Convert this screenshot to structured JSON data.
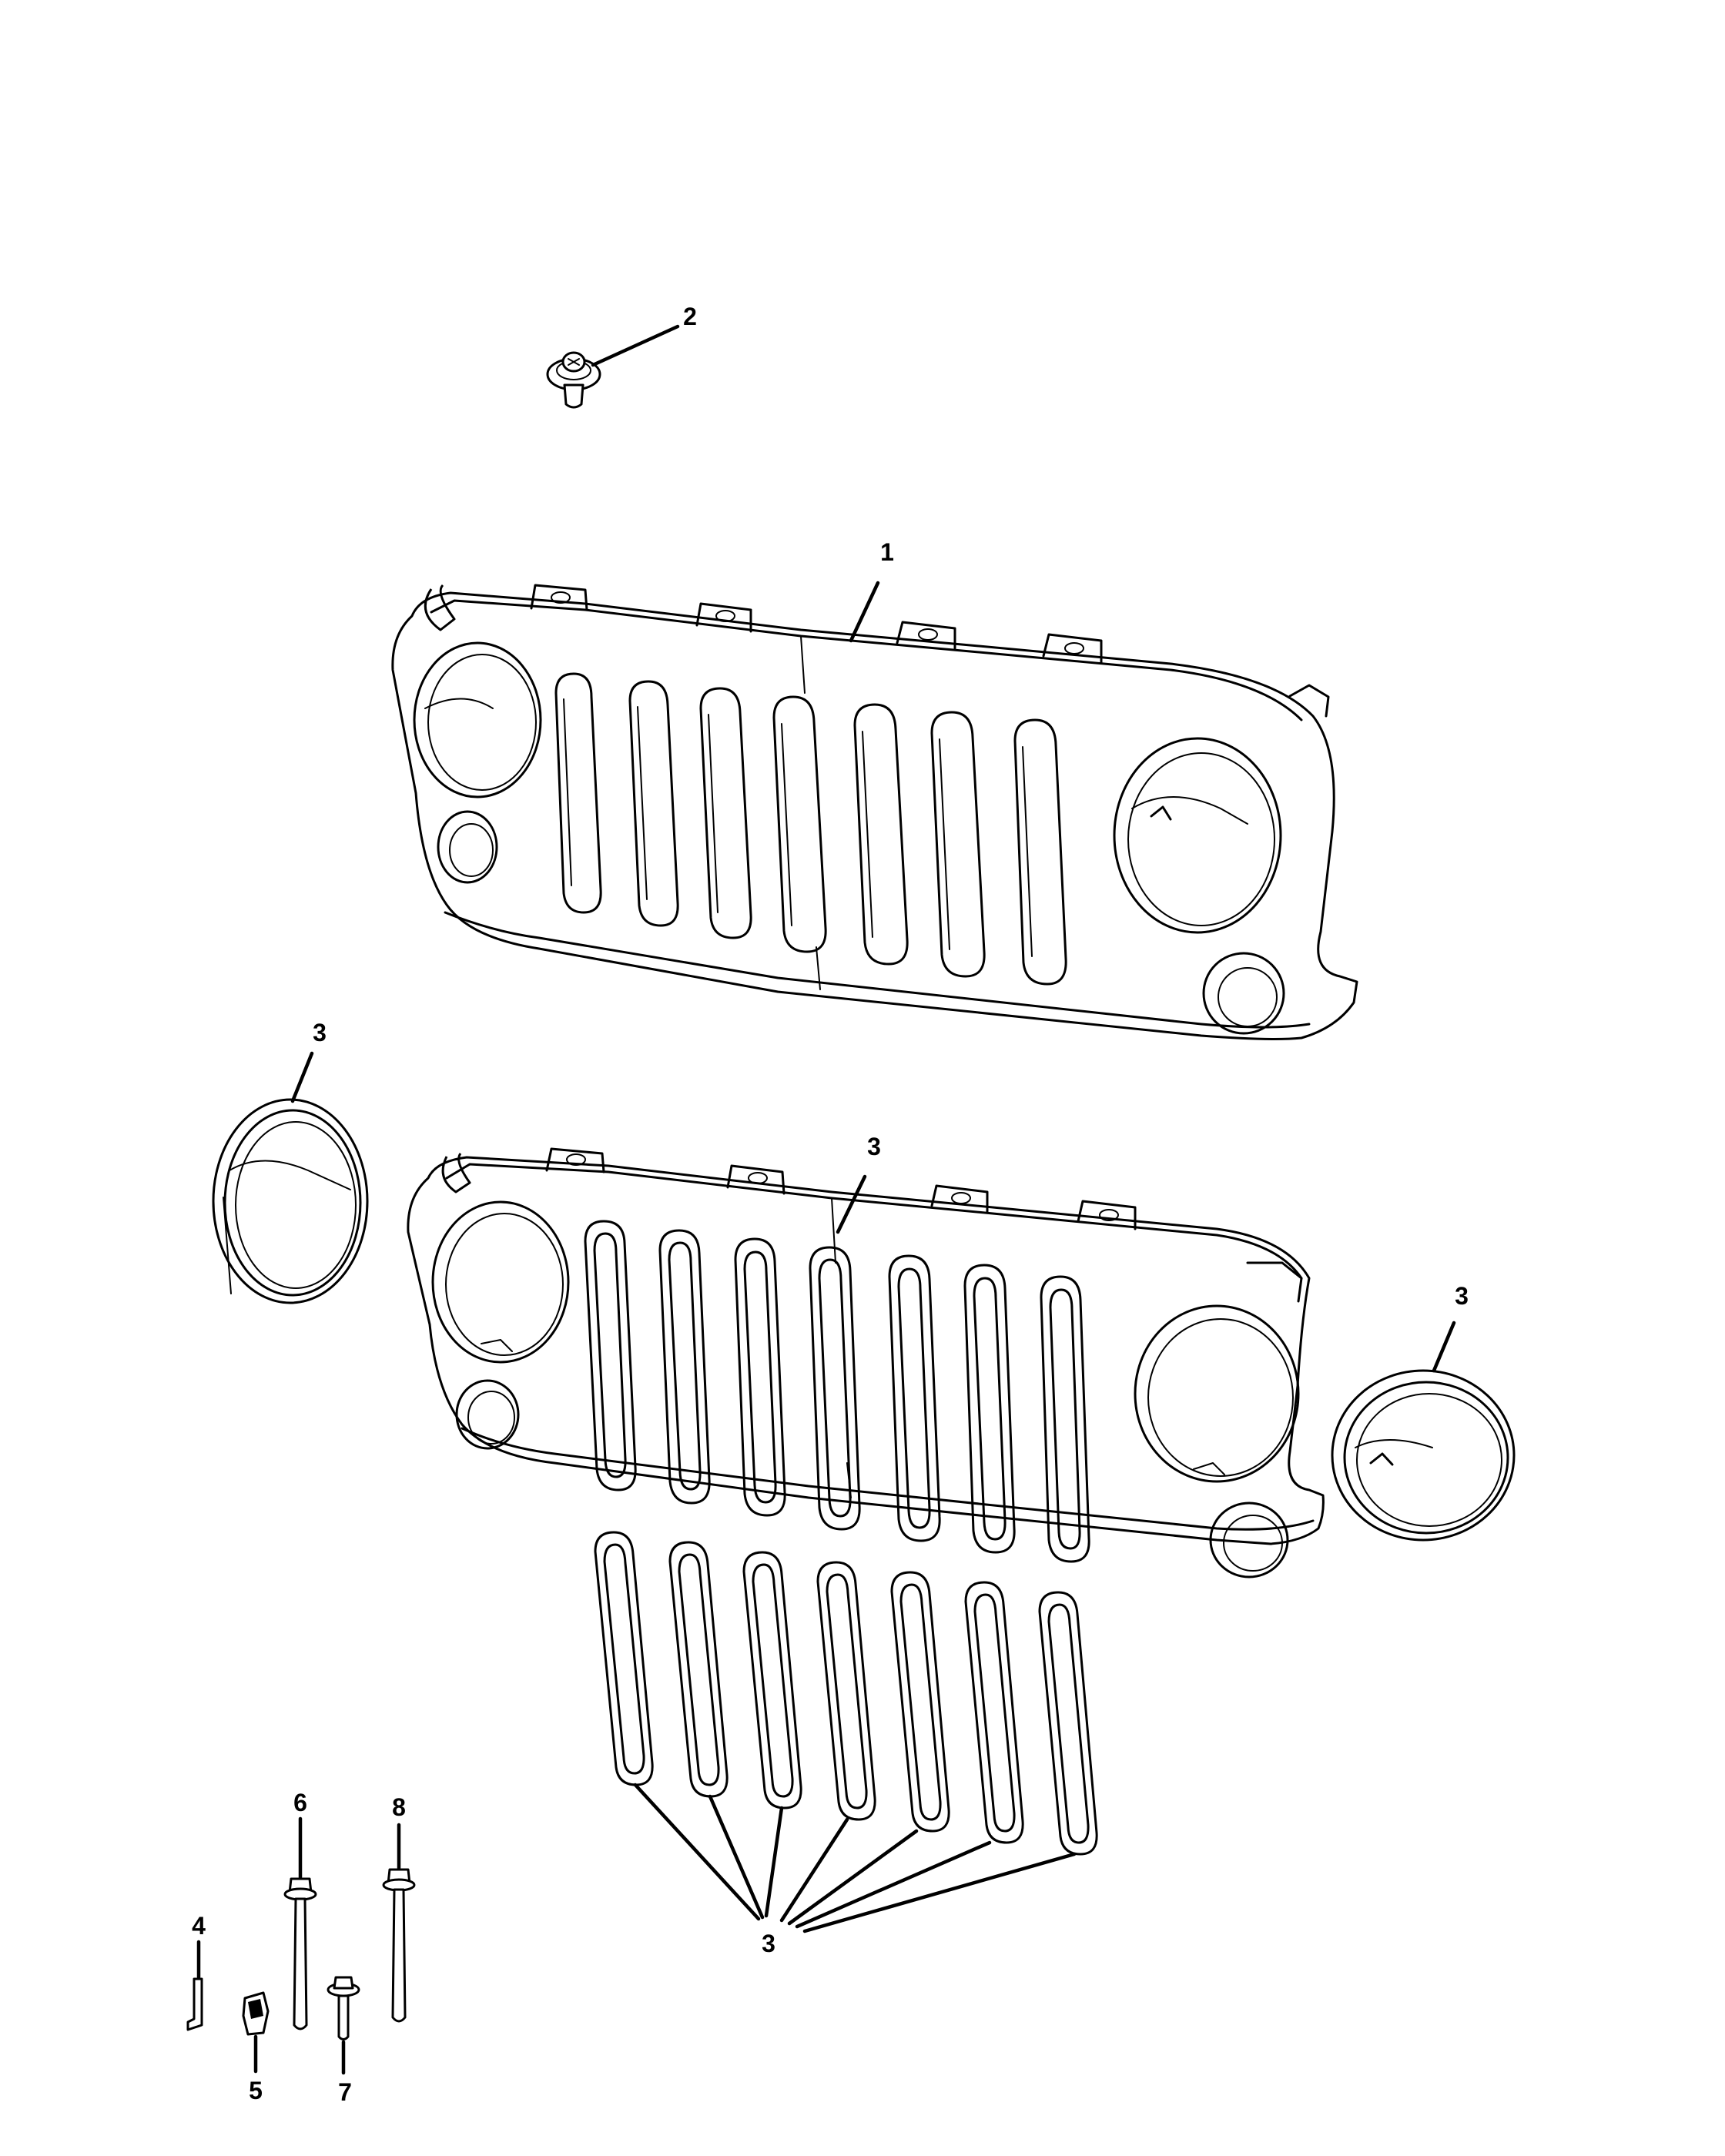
{
  "diagram": {
    "callouts": {
      "c1": "1",
      "c2": "2",
      "c3_ring_left": "3",
      "c3_grille": "3",
      "c3_ring_right": "3",
      "c3_inserts": "3",
      "c4": "4",
      "c5": "5",
      "c6": "6",
      "c7": "7",
      "c8": "8"
    }
  },
  "colors": {
    "line": "#000000",
    "background": "#ffffff"
  }
}
